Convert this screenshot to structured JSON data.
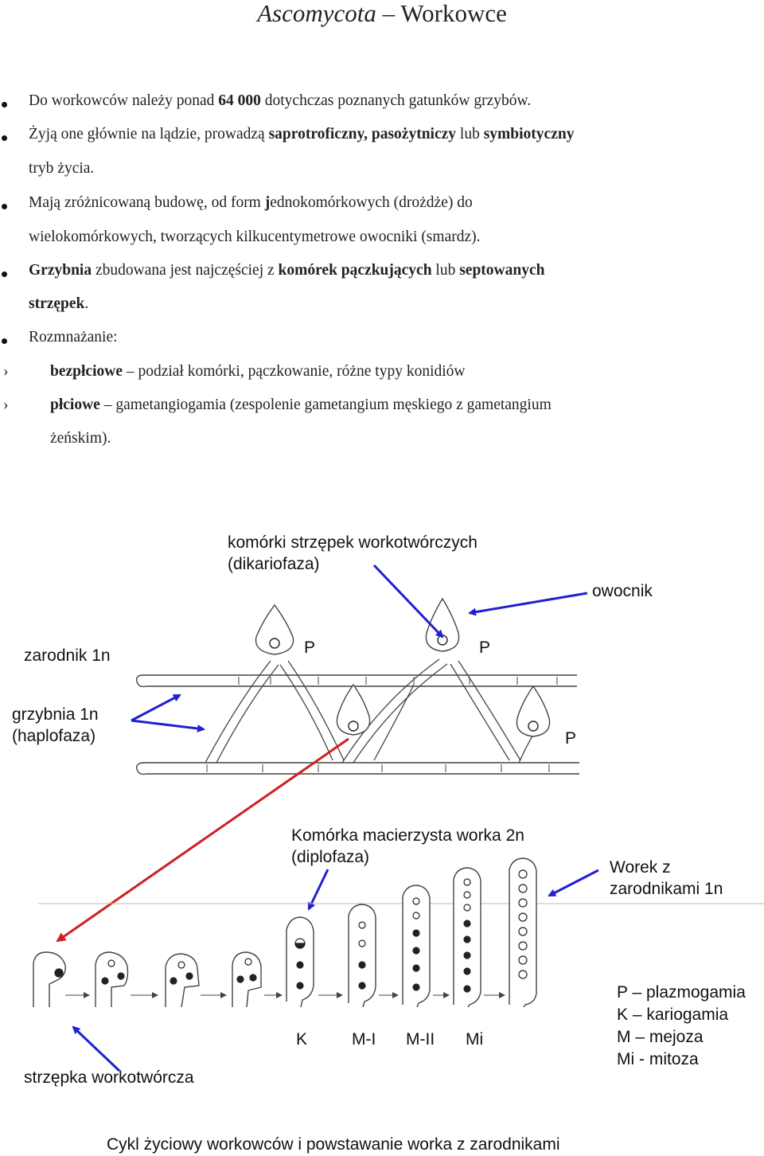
{
  "title": {
    "italic": "Ascomycota",
    "rest": " – Workowce"
  },
  "bullets": {
    "b1": {
      "a": "Do workowców należy ponad ",
      "b": "64 000",
      "c": " dotychczas poznanych gatunków grzybów."
    },
    "b2": {
      "a": "Żyją one głównie na lądzie, prowadzą ",
      "b": "saprotroficzny, pasożytniczy",
      "c": " lub ",
      "d": "symbiotyczny",
      "e": "tryb życia."
    },
    "b3": {
      "a": "Mają zróżnicowaną budowę, od form ",
      "b": "j",
      "c": "ednokomórkowych (drożdże) do",
      "d": "wielokomórkowych, tworzących kilkucentymetrowe owocniki (smardz)."
    },
    "b4": {
      "a": "Grzybnia",
      "b": " zbudowana jest najczęściej z ",
      "c": "komórek pączkujących",
      "d": " lub ",
      "e": "septowanych",
      "f": "strzępek",
      "g": "."
    },
    "b5": {
      "a": "Rozmnażanie:"
    },
    "s1": {
      "a": "bezpłciowe",
      "b": " – podział komórki, pączkowanie, różne typy konidiów"
    },
    "s2": {
      "a": "płciowe",
      "b": " – gametangiogamia (zespolenie gametangium męskiego z gametangium",
      "c": "żeńskim)."
    }
  },
  "diagram": {
    "dikario": [
      "komórki strzępek workotwórczych",
      "(dikariofaza)"
    ],
    "owocnik": "owocnik",
    "zarodnik": "zarodnik 1n",
    "p1": "P",
    "p2": "P",
    "p3": "P",
    "grzybnia": [
      "grzybnia 1n",
      "(haplofaza)"
    ],
    "komorka": [
      "Komórka macierzysta worka 2n",
      "(diplofaza)"
    ],
    "worek": [
      "Worek z",
      "zarodnikami 1n"
    ],
    "stages": [
      "K",
      "M-I",
      "M-II",
      "Mi"
    ],
    "legend": [
      "P – plazmogamia",
      "K – kariogamia",
      "M – mejoza",
      "Mi - mitoza"
    ],
    "strzepka": "strzępka workotwórcza",
    "caption": "Cykl życiowy workowców i powstawanie worka z zarodnikami"
  },
  "colors": {
    "arrow": "#2020d0",
    "arrow_red": "#d02020",
    "ink": "#222222"
  }
}
